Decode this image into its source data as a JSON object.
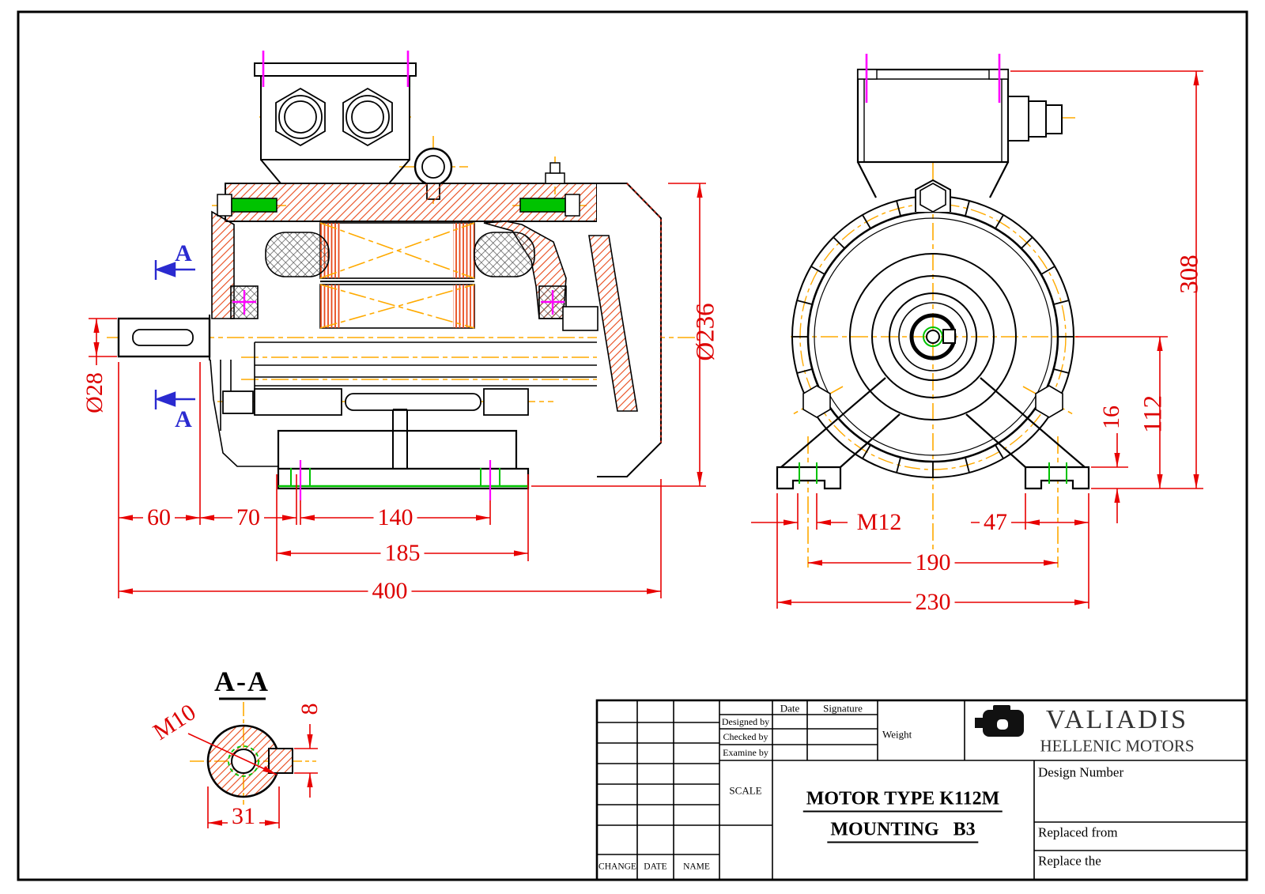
{
  "side": {
    "dia_shaft": "Ø28",
    "dia_frame": "Ø236",
    "dim_60": "60",
    "dim_70": "70",
    "dim_140": "140",
    "dim_185": "185",
    "dim_400": "400",
    "section_mark": "A"
  },
  "front": {
    "dim_308": "308",
    "dim_112": "112",
    "dim_16": "16",
    "thread_foot": "M12",
    "dim_47": "47",
    "dim_190": "190",
    "dim_230": "230"
  },
  "section": {
    "title": "A-A",
    "thread": "M10",
    "dim_8": "8",
    "dim_31": "31"
  },
  "title_block": {
    "date": "Date",
    "signature": "Signature",
    "designed_by": "Designed by",
    "checked_by": "Checked by",
    "examine_by": "Examine by",
    "weight": "Weight",
    "scale": "SCALE",
    "company": "VALIADIS",
    "company_sub": "HELLENIC MOTORS",
    "design_number": "Design Number",
    "motor_type": "MOTOR TYPE K112M",
    "mounting": "MOUNTING   B3",
    "replaced_from": "Replaced from",
    "replace_the": "Replace the",
    "change": "CHANGE",
    "date_col": "DATE",
    "name_col": "NAME"
  },
  "colors": {
    "dimension": "#dd0000",
    "centerline": "#ffaa00",
    "hatch": "#e8491a",
    "accent_green": "#00c300",
    "accent_magenta": "#ff00ff",
    "section_arrow": "#2a2ad0"
  }
}
